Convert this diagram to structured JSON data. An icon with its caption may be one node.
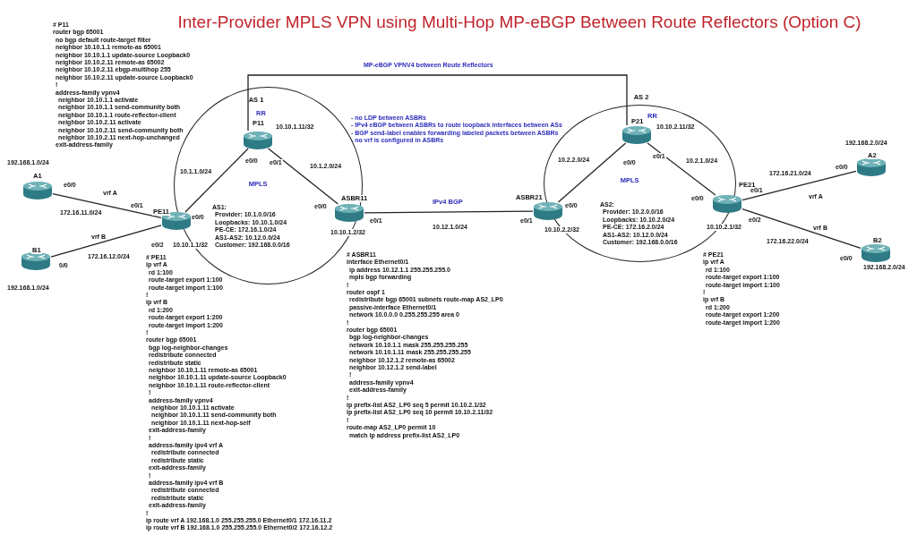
{
  "diagram": {
    "title": "Inter-Provider MPLS VPN using Multi-Hop MP-eBGP Between Route Reflectors (Option C)",
    "nodes": [
      {
        "text": [
          "AS 1",
          "MPLS"
        ]
      },
      {
        "text": [
          "P11"
        ],
        "in": 0,
        "beside": [
          "10.10.1.11/32",
          "e0/0",
          "e0/1"
        ]
      },
      {
        "text": [
          "A1"
        ],
        "beside": [
          "192.168.1.0/24",
          "e0/0"
        ]
      },
      {
        "text": [
          "PE11"
        ],
        "beside": [
          "10.10.1.1/32",
          "e0/1",
          "e0/0",
          "e0/2"
        ]
      },
      {
        "text": [
          "B1"
        ],
        "beside": [
          "192.168.1.0/24",
          "0/0"
        ]
      },
      {
        "text": [
          "ASBR11"
        ],
        "beside": [
          "10.10.1.2/32",
          "e0/0",
          "e0/1"
        ]
      },
      {
        "text": [
          "AS 2",
          "MPLS"
        ]
      },
      {
        "text": [
          "P21"
        ],
        "in": 6,
        "beside": [
          "10.10.2.11/32",
          "e0/0",
          "e0/1"
        ]
      },
      {
        "text": [
          "ASBR21"
        ],
        "beside": [
          "10.10.2.2/32",
          "e0/1",
          "e0/0"
        ]
      },
      {
        "text": [
          "PE21"
        ],
        "beside": [
          "10.10.2.1/32",
          "e0/0",
          "e0/1",
          "e0/2"
        ]
      },
      {
        "text": [
          "A2"
        ],
        "beside": [
          "192.168.2.0/24",
          "e0/0"
        ]
      },
      {
        "text": [
          "B2"
        ],
        "beside": [
          "192.168.2.0/24",
          "e0/0"
        ]
      }
    ],
    "edges": [
      {
        "from": 2,
        "to": 3,
        "arrow": "none",
        "label": "172.16.11.0/24"
      },
      {
        "from": 4,
        "to": 3,
        "arrow": "none",
        "label": "172.16.12.0/24"
      },
      {
        "from": 3,
        "to": 1,
        "arrow": "none",
        "label": "10.1.1.0/24"
      },
      {
        "from": 1,
        "to": 5,
        "arrow": "none",
        "label": "10.1.2.0/24"
      },
      {
        "from": 5,
        "to": 8,
        "arrow": "none",
        "label": "10.12.1.0/24"
      },
      {
        "from": 8,
        "to": 7,
        "arrow": "none",
        "label": "10.2.2.0/24"
      },
      {
        "from": 7,
        "to": 9,
        "arrow": "none",
        "label": "10.2.1.0/24"
      },
      {
        "from": 9,
        "to": 10,
        "arrow": "none",
        "label": "172.16.21.0/24"
      },
      {
        "from": 9,
        "to": 11,
        "arrow": "none",
        "label": "172.16.22.0/24"
      },
      {
        "from": 1,
        "to": 7,
        "arrow": "none",
        "label": "MP-eBGP VPNV4 between Route Reflectors"
      }
    ],
    "labels": [
      "# P11",
      "router bgp 65001",
      "no bgp default route-target filter",
      "neighbor 10.10.1.1 remote-as 65001",
      "neighbor 10.10.1.1 update-source Loopback0",
      "neighbor 10.10.2.11 remote-as 65002",
      "neighbor 10.10.2.11 ebgp-multihop 255",
      "neighbor 10.10.2.11 update-source Loopback0",
      "!",
      "address-family vpnv4",
      "neighbor 10.10.1.1 activate",
      "neighbor 10.10.1.1 send-community both",
      "neighbor 10.10.1.1 route-reflector-client",
      "neighbor 10.10.2.11 activate",
      "neighbor 10.10.2.11 send-community both",
      "neighbor 10.10.2.11 next-hop-unchanged",
      "exit-address-family",
      "RR",
      "AS1:",
      "Provider: 10.1.0.0/16",
      "Loopbacks: 10.10.1.0/24",
      "PE-CE: 172.16.1.0/24",
      "AS1-AS2: 10.12.0.0/24",
      "Customer: 192.168.0.0/16",
      "RR",
      "AS2:",
      "Provider: 10.2.0.0/16",
      "Loopbacks: 10.10.2.0/24",
      "PE-CE: 172.16.2.0/24",
      "AS1-AS2: 10.12.0.0/24",
      "Customer: 192.168.0.0/16",
      "- no LDP between ASBRs",
      "- IPv4 eBGP between ASBRs to route loopback interfaces between ASs",
      "- BGP send-label enables forwarding labeled packets between ASBRs",
      "- no vrf is configured in ASBRs",
      "IPv4 BGP",
      "vrf A",
      "vrf B",
      "vrf A",
      "vrf B",
      "# PE11",
      "ip vrf A",
      "rd 1:100",
      "route-target export 1:100",
      "route-target import 1:100",
      "!",
      "ip vrf B",
      "rd 1:200",
      "route-target export 1:200",
      "route-target import 1:200",
      "!",
      "router bgp 65001",
      "bgp log-neighbor-changes",
      "redistribute connected",
      "redistribute static",
      "neighbor 10.10.1.11 remote-as 65001",
      "neighbor 10.10.1.11 update-source Loopback0",
      "neighbor 10.10.1.11 route-reflector-client",
      "!",
      "address-family vpnv4",
      "neighbor 10.10.1.11 activate",
      "neighbor 10.10.1.11 send-community both",
      "neighbor 10.10.1.11 next-hop-self",
      "exit-address-family",
      "!",
      "address-family ipv4 vrf A",
      "redistribute connected",
      "redistribute static",
      "exit-address-family",
      "!",
      "address-family ipv4 vrf B",
      "redistribute connected",
      "redistribute static",
      "exit-address-family",
      "!",
      "ip route vrf A 192.168.1.0 255.255.255.0 Ethernet0/1 172.16.11.2",
      "ip route vrf B 192.168.1.0 255.255.255.0 Ethernet0/2 172.16.12.2",
      "# ASBR11",
      "interface Ethernet0/1",
      "ip address 10.12.1.1 255.255.255.0",
      "mpls bgp forwarding",
      "!",
      "router ospf 1",
      "redistribute bgp 65001 subnets route-map AS2_LP0",
      "passive-interface Ethernet0/1",
      "network 10.0.0.0 0.255.255.255 area 0",
      "!",
      "router bgp 65001",
      "bgp log-neighbor-changes",
      "network 10.10.1.1 mask 255.255.255.255",
      "network 10.10.1.11 mask 255.255.255.255",
      "neighbor 10.12.1.2 remote-as 65002",
      "neighbor 10.12.1.2 send-label",
      "!",
      "address-family vpnv4",
      "exit-address-family",
      "!",
      "ip prefix-list AS2_LP0 seq 5 permit 10.10.2.1/32",
      "ip prefix-list AS2_LP0 seq 10 permit 10.10.2.11/32",
      "!",
      "route-map AS2_LP0 permit 10",
      "match ip address prefix-list AS2_LP0",
      "# PE21",
      "ip vrf A",
      "rd 1:100",
      "route-target export 1:100",
      "route-target import 1:100",
      "!",
      "ip vrf B",
      "rd 1:200",
      "route-target export 1:200",
      "route-target import 1:200"
    ]
  }
}
